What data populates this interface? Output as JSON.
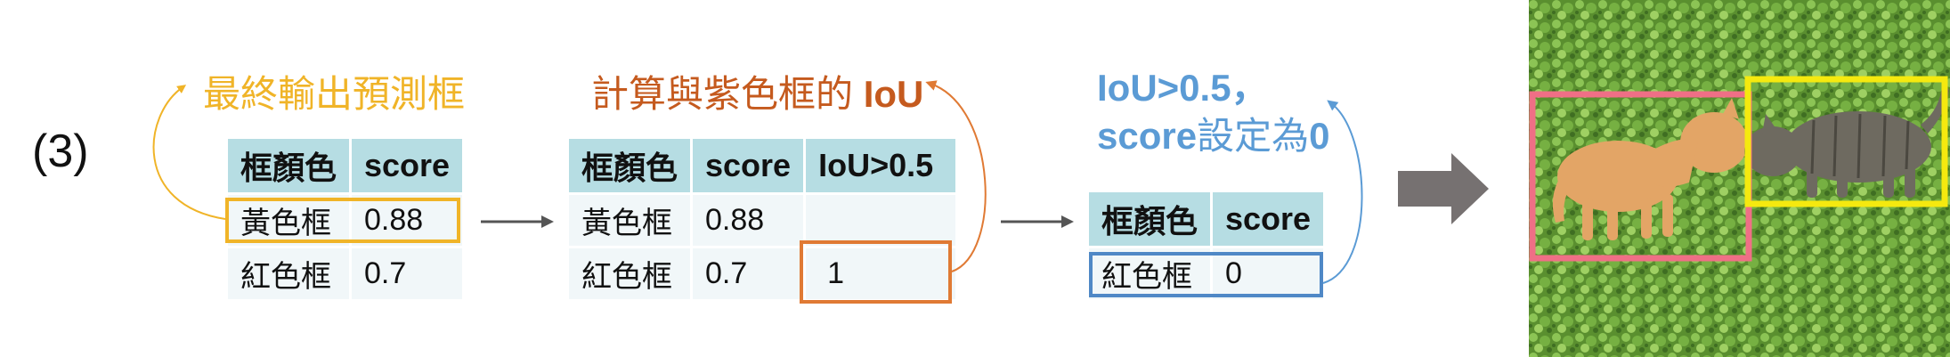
{
  "step_label": "(3)",
  "captions": {
    "final_output": "最終輸出預測框",
    "compute_prefix": "計算與紫色框的",
    "compute_iou": "IoU",
    "rule_line1": "IoU>0.5，",
    "rule_line2_bold": "score",
    "rule_line2_text": "設定為",
    "rule_line2_zero": "0"
  },
  "table1": {
    "headers": [
      "框顏色",
      "score"
    ],
    "rows": [
      [
        "黃色框",
        "0.88"
      ],
      [
        "紅色框",
        "0.7"
      ]
    ]
  },
  "table2": {
    "headers": [
      "框顏色",
      "score",
      "IoU>0.5"
    ],
    "rows": [
      [
        "黃色框",
        "0.88",
        ""
      ],
      [
        "紅色框",
        "0.7",
        "1"
      ]
    ]
  },
  "table3": {
    "headers": [
      "框顏色",
      "score"
    ],
    "rows": [
      [
        "紅色框",
        "0"
      ]
    ]
  },
  "colors": {
    "yellow": "#f0b428",
    "orange": "#e07a34",
    "blue": "#4f88c6",
    "pink": "#ef6f86",
    "arrow_gray": "#767171"
  }
}
